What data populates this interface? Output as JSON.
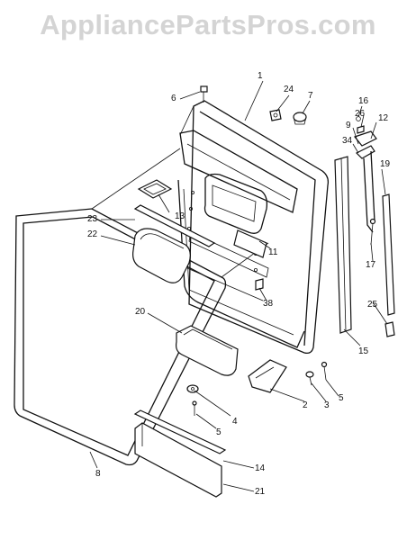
{
  "watermark": "AppliancePartsPros.com",
  "callouts": [
    {
      "id": "c1",
      "label": "1"
    },
    {
      "id": "c6",
      "label": "6"
    },
    {
      "id": "c24",
      "label": "24"
    },
    {
      "id": "c7",
      "label": "7"
    },
    {
      "id": "c16",
      "label": "16"
    },
    {
      "id": "c26",
      "label": "26"
    },
    {
      "id": "c12",
      "label": "12"
    },
    {
      "id": "c9",
      "label": "9"
    },
    {
      "id": "c34",
      "label": "34"
    },
    {
      "id": "c19",
      "label": "19"
    },
    {
      "id": "c13",
      "label": "13"
    },
    {
      "id": "c23",
      "label": "23"
    },
    {
      "id": "c22",
      "label": "22"
    },
    {
      "id": "c11",
      "label": "11"
    },
    {
      "id": "c17",
      "label": "17"
    },
    {
      "id": "c38",
      "label": "38"
    },
    {
      "id": "c25",
      "label": "25"
    },
    {
      "id": "c20",
      "label": "20"
    },
    {
      "id": "c15",
      "label": "15"
    },
    {
      "id": "c2",
      "label": "2"
    },
    {
      "id": "c3",
      "label": "3"
    },
    {
      "id": "c5a",
      "label": "5"
    },
    {
      "id": "c4",
      "label": "4"
    },
    {
      "id": "c5b",
      "label": "5"
    },
    {
      "id": "c8",
      "label": "8"
    },
    {
      "id": "c14",
      "label": "14"
    },
    {
      "id": "c21",
      "label": "21"
    }
  ]
}
